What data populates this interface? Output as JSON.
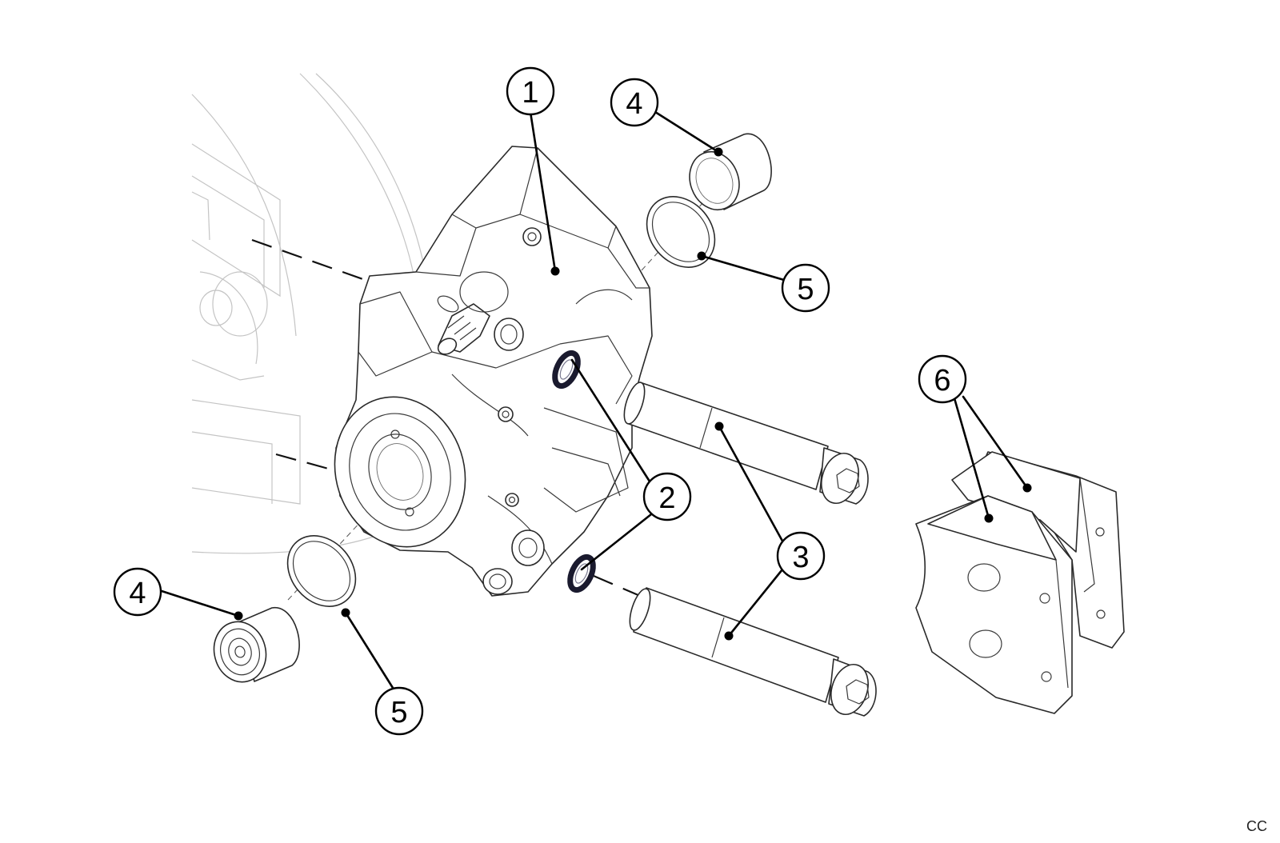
{
  "callouts": [
    {
      "id": "c1",
      "label": "1"
    },
    {
      "id": "c2",
      "label": "2"
    },
    {
      "id": "c3",
      "label": "3"
    },
    {
      "id": "c4a",
      "label": "4"
    },
    {
      "id": "c4b",
      "label": "4"
    },
    {
      "id": "c5a",
      "label": "5"
    },
    {
      "id": "c5b",
      "label": "5"
    },
    {
      "id": "c6",
      "label": "6"
    }
  ],
  "corner_mark": "CC"
}
